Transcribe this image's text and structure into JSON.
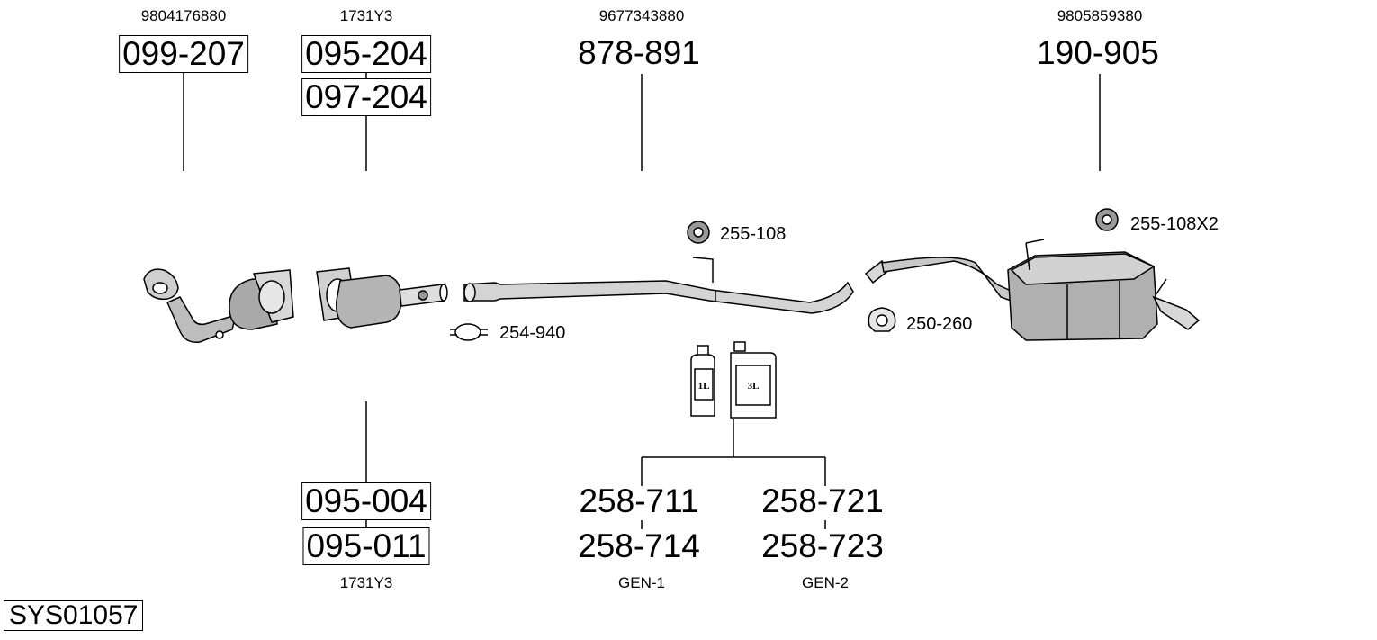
{
  "oem_numbers": {
    "n1": "9804176880",
    "n2": "1731Y3",
    "n3": "9677343880",
    "n4": "9805859380",
    "n5": "1731Y3",
    "gen1": "GEN-1",
    "gen2": "GEN-2"
  },
  "parts": {
    "p099_207": "099-207",
    "p095_204": "095-204",
    "p097_204": "097-204",
    "p878_891": "878-891",
    "p190_905": "190-905",
    "p095_004": "095-004",
    "p095_011": "095-011",
    "p258_711": "258-711",
    "p258_714": "258-714",
    "p258_721": "258-721",
    "p258_723": "258-723"
  },
  "accessories": {
    "a255_108": "255-108",
    "a255_108x2": "255-108X2",
    "a254_940": "254-940",
    "a250_260": "250-260"
  },
  "bottles": {
    "small": "1L",
    "large": "3L"
  },
  "icons": [
    "rubber-mount-icon",
    "clamp-icon",
    "paste-bottle-icon",
    "paste-canister-icon"
  ],
  "system_id": "SYS01057"
}
